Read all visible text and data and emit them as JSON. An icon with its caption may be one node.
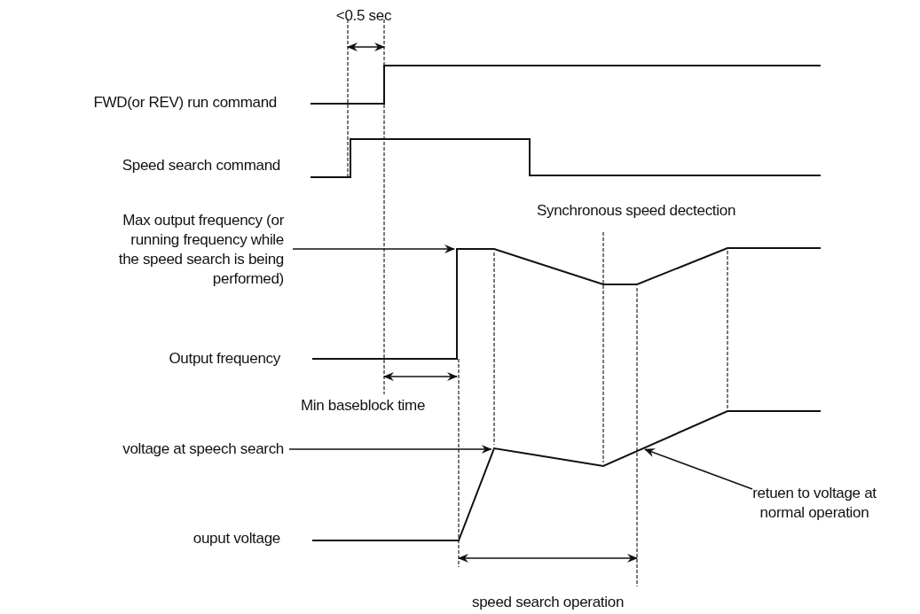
{
  "diagram": {
    "nodes": [
      {
        "text": [
          "Max output frequency (or running frequency while the speed search is being performed)"
        ]
      },
      {
        "text": [
          "voltage at speech search"
        ]
      },
      {
        "text": [
          "retuen to voltage at normal operation"
        ]
      },
      {
        "text": [],
        "shape": "line"
      },
      {
        "text": [],
        "shape": "line"
      }
    ],
    "edges": [
      {
        "from": 0,
        "to": 3,
        "arrow": "to"
      },
      {
        "from": 1,
        "to": 4,
        "arrow": "to"
      },
      {
        "from": 2,
        "to": 4,
        "arrow": "to"
      }
    ],
    "labels": [
      "<0.5 sec",
      "FWD(or REV) run command",
      "Speed search command",
      "Synchronous speed dectection",
      "Output frequency",
      "Min baseblock time",
      "ouput voltage",
      "speed search operation"
    ]
  }
}
